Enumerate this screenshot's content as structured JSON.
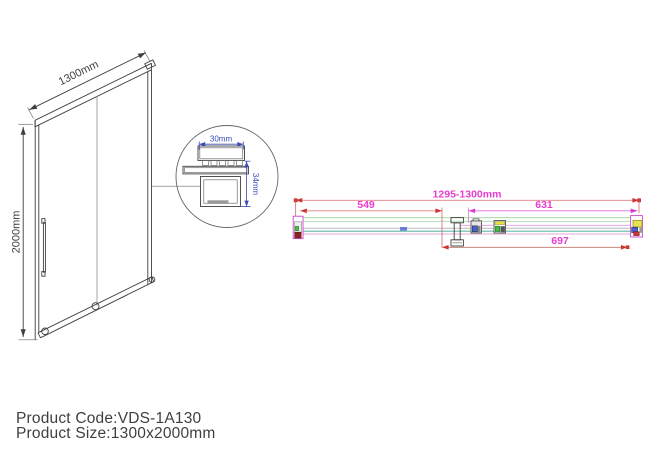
{
  "front_view": {
    "width_dim": "1300mm",
    "height_dim": "2000mm"
  },
  "detail_view": {
    "profile_width_dim": "30mm",
    "profile_height_dim": "34mm"
  },
  "top_view": {
    "overall_dim": "1295-1300mm",
    "left_dim": "549",
    "right_dim": "631",
    "bottom_dim": "697"
  },
  "footer": {
    "product_code_label": "Product Code:",
    "product_code_value": "VDS-1A130",
    "product_size_label": "Product Size:",
    "product_size_value": "1300x2000mm"
  },
  "colors": {
    "drawing_line": "#3f3f3f",
    "dim_magenta": "#e83cd0",
    "dim_blue": "#3a4ab8",
    "dim_red": "#cc3333",
    "glass_green": "#a8dca8",
    "glass_teal": "#62b8a8",
    "glass_gray": "#b9b9b9",
    "glass_pink": "#dcaadc",
    "profile_magenta": "#cc44cc",
    "component_blue": "#4466cc",
    "component_yellow": "#e8e23e",
    "component_green": "#44bb44",
    "component_dark_red": "#8b2222"
  }
}
